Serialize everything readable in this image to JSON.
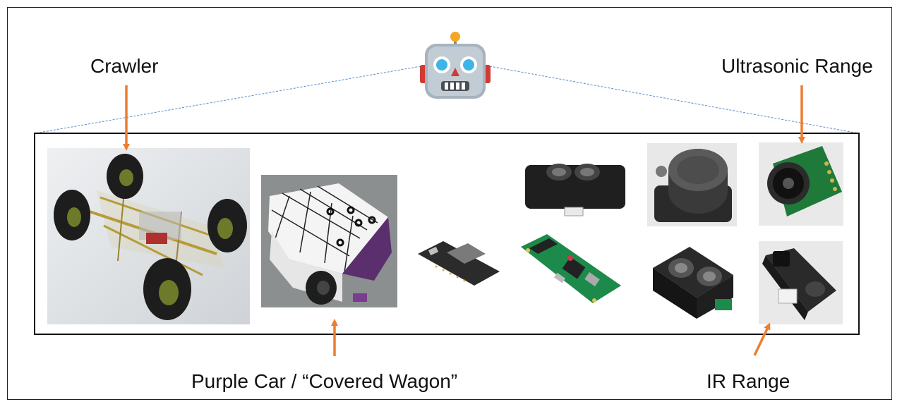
{
  "labels": {
    "crawler": "Crawler",
    "ultrasonic": "Ultrasonic Range",
    "purple_car": "Purple Car / “Covered Wagon”",
    "ir_range": "IR Range"
  },
  "colors": {
    "arrow": "#ED7D31",
    "dashed_line": "#5B8BC6",
    "frame": "#111111"
  },
  "icons": [
    "robot-face-icon"
  ],
  "images": [
    "crawler-photo",
    "purple-car-photo",
    "esp32-board-photo",
    "lidar-sensor-photo",
    "raspberry-pi-zero-photo",
    "lidar-puck-photo",
    "tof-sensor-photo",
    "ultrasonic-sensor-photo",
    "ir-sensor-photo"
  ]
}
